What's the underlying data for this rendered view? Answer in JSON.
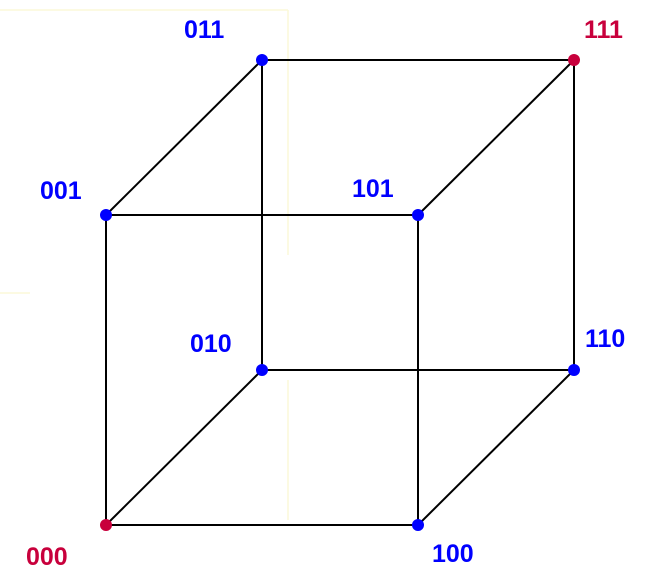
{
  "colors": {
    "edge": "#000000",
    "vertex_default": "#0000ff",
    "vertex_highlight": "#c8003c",
    "label_default": "#0000ff",
    "label_highlight": "#c8003c",
    "guide": "#fbf9d8",
    "background": "#ffffff"
  },
  "vertices": [
    {
      "id": "000",
      "label": "000",
      "highlight": true
    },
    {
      "id": "001",
      "label": "001",
      "highlight": false
    },
    {
      "id": "010",
      "label": "010",
      "highlight": false
    },
    {
      "id": "011",
      "label": "011",
      "highlight": false
    },
    {
      "id": "100",
      "label": "100",
      "highlight": false
    },
    {
      "id": "101",
      "label": "101",
      "highlight": false
    },
    {
      "id": "110",
      "label": "110",
      "highlight": false
    },
    {
      "id": "111",
      "label": "111",
      "highlight": true
    }
  ],
  "edges": [
    [
      "000",
      "001"
    ],
    [
      "000",
      "010"
    ],
    [
      "000",
      "100"
    ],
    [
      "001",
      "011"
    ],
    [
      "001",
      "101"
    ],
    [
      "010",
      "011"
    ],
    [
      "010",
      "110"
    ],
    [
      "100",
      "101"
    ],
    [
      "100",
      "110"
    ],
    [
      "011",
      "111"
    ],
    [
      "101",
      "111"
    ],
    [
      "110",
      "111"
    ]
  ]
}
